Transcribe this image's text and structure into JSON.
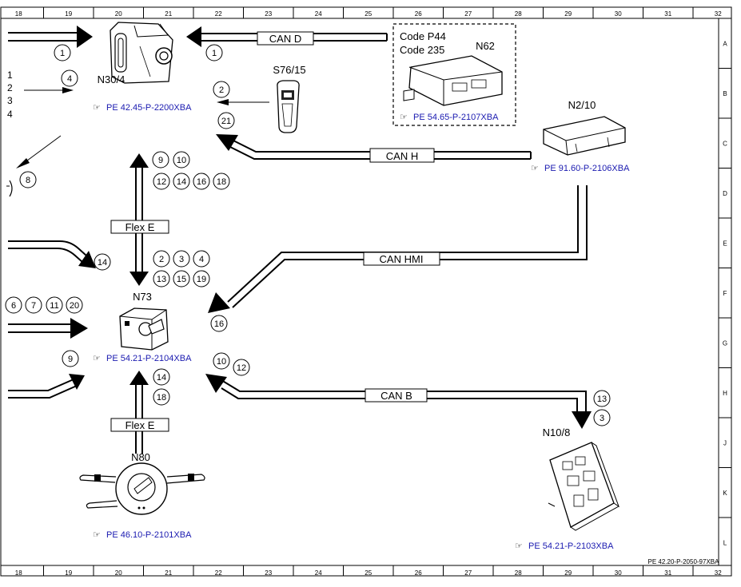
{
  "grid": {
    "columns": [
      "18",
      "19",
      "20",
      "21",
      "22",
      "23",
      "24",
      "25",
      "26",
      "27",
      "28",
      "29",
      "30",
      "31",
      "32"
    ],
    "rows": [
      "A",
      "B",
      "C",
      "D",
      "E",
      "F",
      "G",
      "H",
      "J",
      "K",
      "L"
    ]
  },
  "components": {
    "n30_4": "N30/4",
    "s76_15": "S76/15",
    "n62": "N62",
    "n62_code1": "Code P44",
    "n62_code2": "Code 235",
    "n2_10": "N2/10",
    "n73": "N73",
    "n80": "N80",
    "n10_8": "N10/8"
  },
  "buses": {
    "can_d": "CAN D",
    "can_h": "CAN H",
    "can_hmi": "CAN HMI",
    "can_b": "CAN B",
    "flex_e_upper": "Flex E",
    "flex_e_lower": "Flex E"
  },
  "references": {
    "n30_4": "PE 42.45-P-2200XBA",
    "n62": "PE 54.65-P-2107XBA",
    "n2_10": "PE 91.60-P-2106XBA",
    "n73": "PE 54.21-P-2104XBA",
    "n80": "PE 46.10-P-2101XBA",
    "n10_8": "PE 54.21-P-2103XBA"
  },
  "ref_icon": "pointing-hand-icon",
  "left_edge_numbers": [
    "1",
    "2",
    "3",
    "4"
  ],
  "circles": {
    "top_left_1": "1",
    "can_d_1": "1",
    "left_4": "4",
    "s76_2": "2",
    "can_h_21": "21",
    "left_8": "8",
    "flex_up_9": "9",
    "flex_up_10": "10",
    "flex_up_12": "12",
    "flex_up_14": "14",
    "flex_up_16": "16",
    "flex_up_18": "18",
    "left_14": "14",
    "flex_dn_2": "2",
    "flex_dn_3": "3",
    "flex_dn_4": "4",
    "flex_dn_13": "13",
    "flex_dn_15": "15",
    "flex_dn_19": "19",
    "left_6": "6",
    "left_7": "7",
    "left_11": "11",
    "left_20": "20",
    "can_hmi_16": "16",
    "left_9": "9",
    "can_b_10": "10",
    "can_b_12": "12",
    "n80_14": "14",
    "n80_18": "18",
    "n10_13": "13",
    "n10_3": "3"
  },
  "footer_code": "PE 42.20-P-2050-97XBA"
}
